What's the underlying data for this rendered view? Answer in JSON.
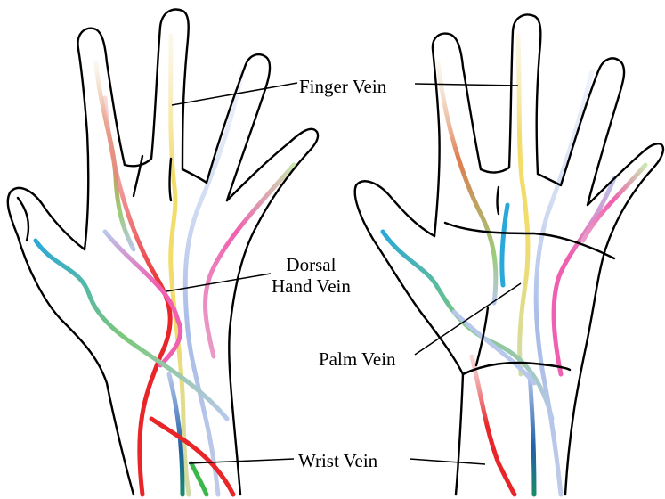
{
  "labels": {
    "finger": "Finger Vein",
    "dorsal_line1": "Dorsal",
    "dorsal_line2": "Hand Vein",
    "palm": "Palm Vein",
    "wrist": "Wrist Vein"
  },
  "colors": {
    "outline": "#000000",
    "red": "#e8262a",
    "pink": "#f060b0",
    "blue": "#2aa8d8",
    "green": "#7cc87a",
    "yellow": "#f2dc6a",
    "lavender": "#b8c8ec",
    "orange": "#e07c50"
  }
}
